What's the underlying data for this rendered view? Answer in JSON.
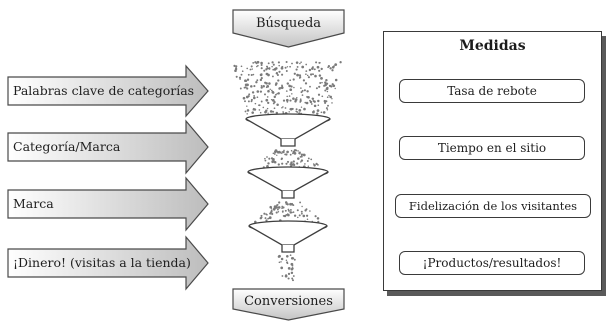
{
  "funnel": {
    "top_label": "Búsqueda",
    "bottom_label": "Conversiones",
    "stages": [
      {
        "label": "Palabras clave de categorías"
      },
      {
        "label": "Categoría/Marca"
      },
      {
        "label": "Marca"
      },
      {
        "label": "¡Dinero! (visitas a la tienda)"
      }
    ]
  },
  "measures": {
    "title": "Medidas",
    "items": [
      {
        "label": "Tasa de rebote"
      },
      {
        "label": "Tiempo en el sitio"
      },
      {
        "label": "Fidelización de los visitantes"
      },
      {
        "label": "¡Productos/resultados!"
      }
    ]
  },
  "colors": {
    "arrow_fill_light": "#ffffff",
    "arrow_fill_dark": "#bdbdbd",
    "stroke": "#4a4a4a",
    "dots": "#7a7a7a"
  }
}
